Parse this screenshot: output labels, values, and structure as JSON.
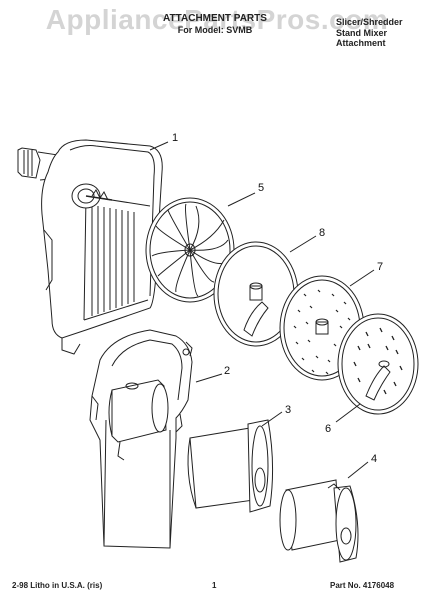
{
  "watermark": "AppliancePartsPros.com",
  "header": {
    "title_line1": "ATTACHMENT PARTS",
    "title_line2": "For Model: SVMB",
    "subtitle_line1": "Slicer/Shredder",
    "subtitle_line2": "Stand Mixer Attachment"
  },
  "callouts": [
    "1",
    "2",
    "3",
    "4",
    "5",
    "6",
    "7",
    "8"
  ],
  "footer": {
    "left": "2-98 Litho in U.S.A. (ris)",
    "center": "1",
    "right": "Part No. 4176048"
  }
}
